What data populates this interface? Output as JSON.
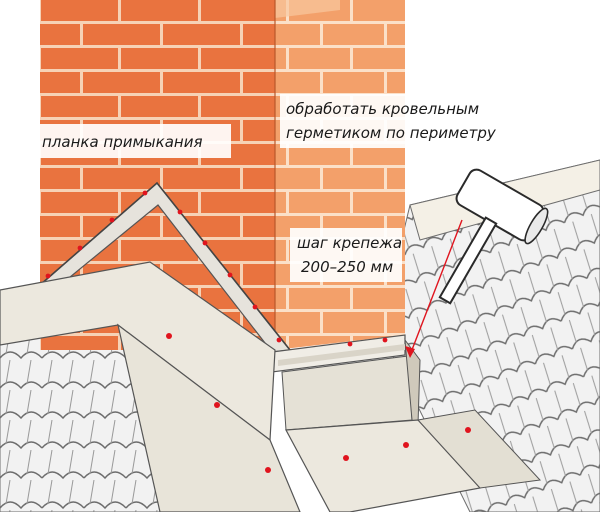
{
  "labels": {
    "flashing": "планка примыкания",
    "sealant_line1": "обработать кровельным",
    "sealant_line2": "герметиком по периметру",
    "step_line1": "шаг крепежа",
    "step_line2": "200–250 мм"
  },
  "colors": {
    "brick_left": "#e9733f",
    "brick_right": "#f3a06a",
    "mortar": "#f6d2b6",
    "roof_tile": "#f2f2f2",
    "tile_stroke": "#6d6d6d",
    "flashing_panel": "#ece8de",
    "fastener_dot": "#e0141e",
    "leader_line": "#e0141e"
  },
  "icons": [
    "hammer-icon",
    "fastener-dot"
  ]
}
